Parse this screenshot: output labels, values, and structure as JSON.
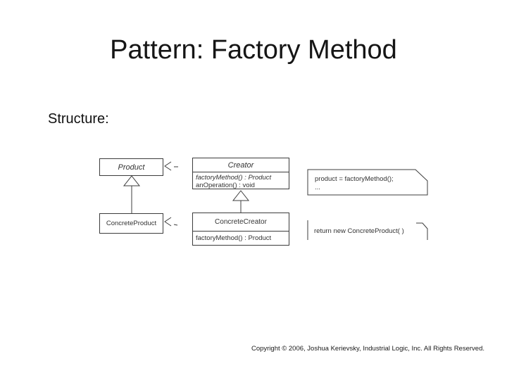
{
  "slide": {
    "title": "Pattern: Factory Method",
    "section_label": "Structure:",
    "footer": "Copyright © 2006, Joshua Kerievsky, Industrial Logic, Inc. All Rights Reserved."
  },
  "diagram": {
    "product": {
      "name": "Product"
    },
    "concrete_product": {
      "name": "ConcreteProduct"
    },
    "creator": {
      "name": "Creator",
      "methods": [
        "factoryMethod() : Product",
        "anOperation() : void"
      ]
    },
    "concrete_creator": {
      "name": "ConcreteCreator",
      "methods": [
        "factoryMethod() : Product"
      ]
    },
    "notes": {
      "an_operation": {
        "line1": "product = factoryMethod();",
        "line2": "..."
      },
      "factory_method": {
        "line1": "return new ConcreteProduct( )"
      }
    },
    "colors": {
      "stroke": "#3c3c3c",
      "text": "#333333"
    }
  }
}
